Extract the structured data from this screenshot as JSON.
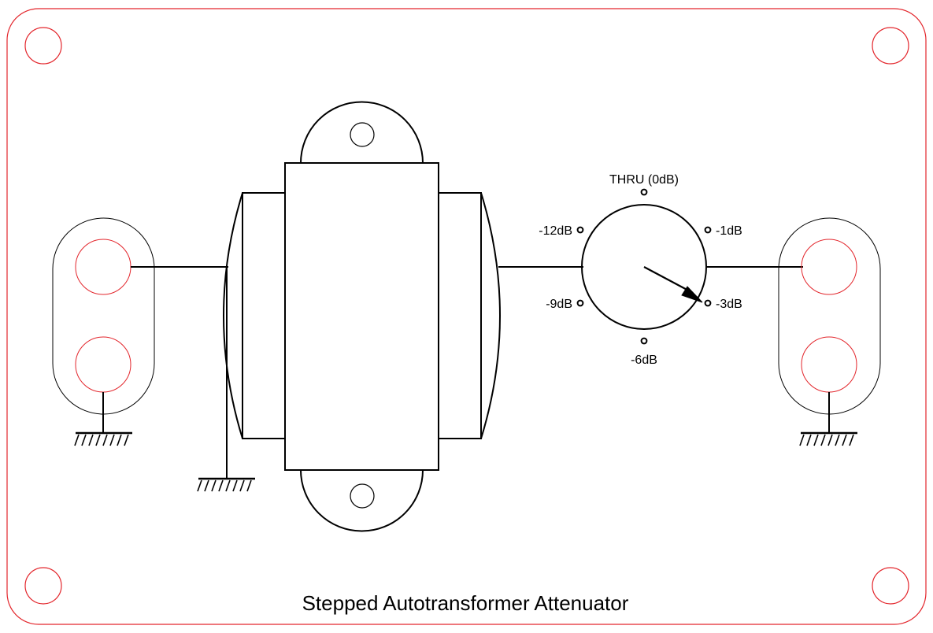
{
  "title": "Stepped Autotransformer Attenuator",
  "switch": {
    "positions": [
      {
        "label": "THRU (0dB)",
        "selected": false
      },
      {
        "label": "-1dB",
        "selected": false
      },
      {
        "label": "-3dB",
        "selected": true
      },
      {
        "label": "-6dB",
        "selected": false
      },
      {
        "label": "-9dB",
        "selected": false
      },
      {
        "label": "-12dB",
        "selected": false
      }
    ]
  },
  "colors": {
    "cutout": "#e3262c",
    "line": "#000000",
    "background": "#ffffff"
  }
}
